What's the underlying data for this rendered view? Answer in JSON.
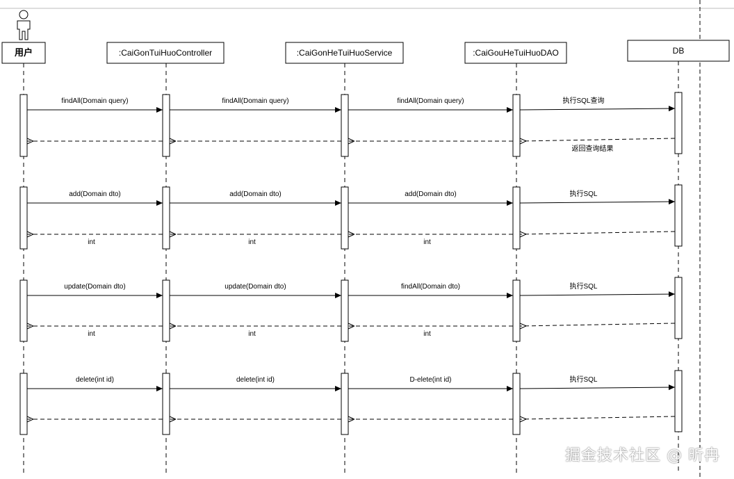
{
  "participants": [
    {
      "id": "user",
      "label": "用户",
      "bold": true
    },
    {
      "id": "controller",
      "label": ":CaiGonTuiHuoController"
    },
    {
      "id": "service",
      "label": ":CaiGonHeTuiHuoService"
    },
    {
      "id": "dao",
      "label": ":CaiGouHeTuiHuoDAO"
    },
    {
      "id": "db",
      "label": "DB"
    }
  ],
  "groups": [
    {
      "calls": [
        "findAll(Domain query)",
        "findAll(Domain query)",
        "findAll(Domain query)",
        "执行SQL查询"
      ],
      "returns": [
        "",
        "",
        "",
        "返回查询结果"
      ]
    },
    {
      "calls": [
        "add(Domain dto)",
        "add(Domain dto)",
        "add(Domain dto)",
        "执行SQL"
      ],
      "returns": [
        "int",
        "int",
        "int",
        ""
      ]
    },
    {
      "calls": [
        "update(Domain dto)",
        "update(Domain dto)",
        "findAll(Domain dto)",
        "执行SQL"
      ],
      "returns": [
        "int",
        "int",
        "int",
        ""
      ]
    },
    {
      "calls": [
        "delete(int id)",
        "delete(int id)",
        "D-elete(int id)",
        "执行SQL"
      ],
      "returns": [
        "",
        "",
        "",
        ""
      ]
    }
  ],
  "watermark": "掘金技术社区 @ 昕冉"
}
